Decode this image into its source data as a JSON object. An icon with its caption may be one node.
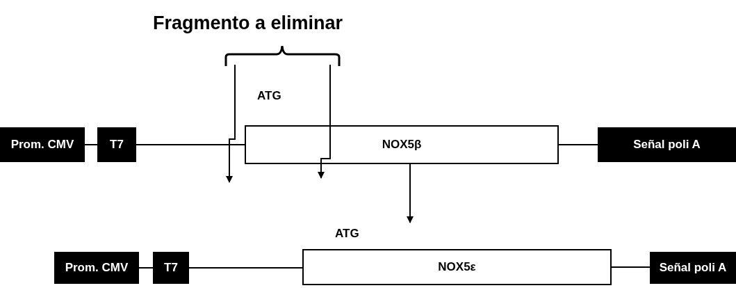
{
  "diagram": {
    "title": "Fragmento a eliminar",
    "nodes": [
      {
        "text": [
          "Prom. CMV"
        ]
      },
      {
        "text": [
          "T7"
        ]
      },
      {
        "text": [
          "NOX5β"
        ],
        "beside": [
          "ATG"
        ]
      },
      {
        "text": [
          "Señal poli A"
        ]
      },
      {
        "text": [
          "Prom. CMV"
        ]
      },
      {
        "text": [
          "T7"
        ]
      },
      {
        "text": [
          "NOX5ε"
        ],
        "beside": [
          "ATG"
        ]
      },
      {
        "text": [
          "Señal poli A"
        ]
      }
    ],
    "edges": [
      {
        "from": 0,
        "to": 1,
        "arrow": "none"
      },
      {
        "from": 1,
        "to": 2,
        "arrow": "none"
      },
      {
        "from": 2,
        "to": 3,
        "arrow": "none"
      },
      {
        "from": 2,
        "to": 6,
        "arrow": "to"
      },
      {
        "from": 4,
        "to": 5,
        "arrow": "none"
      },
      {
        "from": 5,
        "to": 6,
        "arrow": "none"
      },
      {
        "from": 6,
        "to": 7,
        "arrow": "none"
      }
    ]
  }
}
